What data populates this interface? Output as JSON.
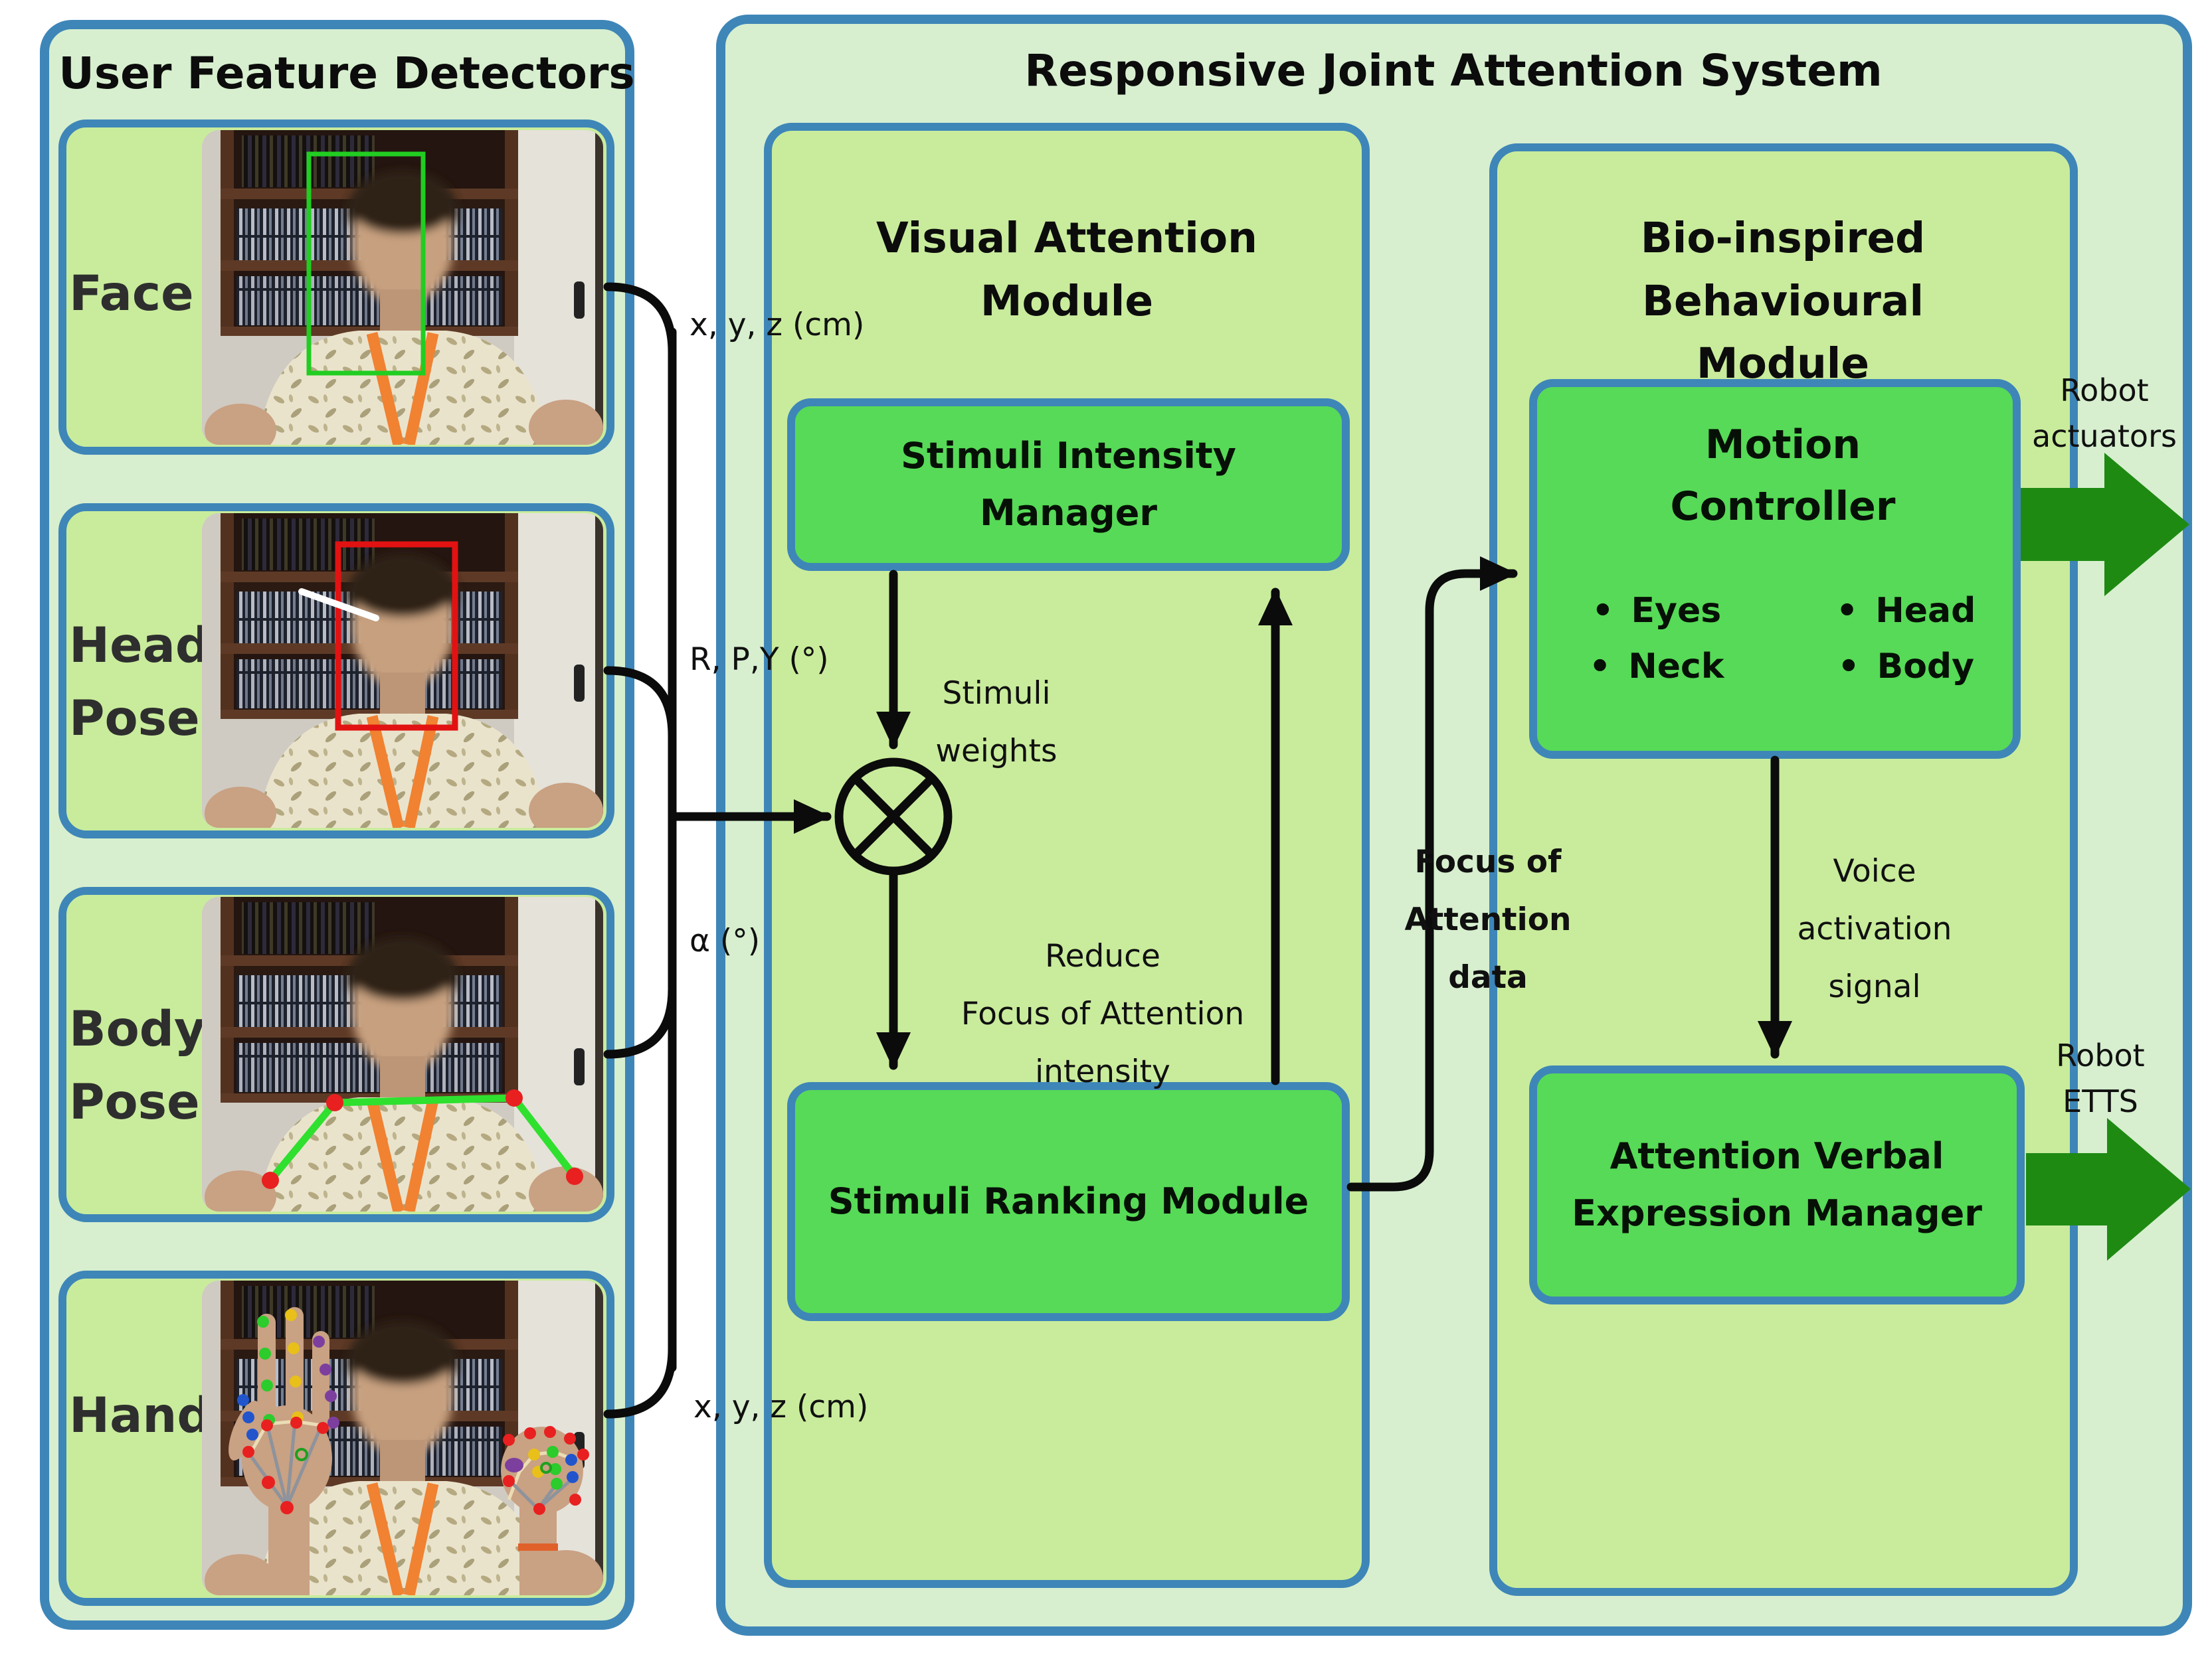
{
  "colors": {
    "panel_border": "#3E86B8",
    "panel_bg": "#D7EFCF",
    "module_bg": "#C9EC9C",
    "box_green": "#57DA57",
    "output_arrow_green": "#1E8A12",
    "wire_black": "#0B0B0B",
    "face_overlay_green": "#21CD21",
    "head_overlay_red": "#E21212"
  },
  "left_panel": {
    "title": "User Feature Detectors",
    "detectors": [
      {
        "label": "Face"
      },
      {
        "label": "Head Pose"
      },
      {
        "label": "Body Pose"
      },
      {
        "label": "Hand"
      }
    ]
  },
  "signals": {
    "face": "x, y, z (cm)",
    "head_pose": "R, P,Y (°)",
    "body_pose": "α (°)",
    "hand": "x, y, z (cm)"
  },
  "system": {
    "title": "Responsive Joint Attention System",
    "visual_module": {
      "title_lines": [
        "Visual Attention",
        "Module"
      ],
      "intensity_box_lines": [
        "Stimuli Intensity",
        "Manager"
      ],
      "ranking_box": "Stimuli Ranking Module",
      "stimuli_weights_lines": [
        "Stimuli",
        "weights"
      ],
      "reduce_lines": [
        "Reduce",
        "Focus of Attention",
        "intensity"
      ],
      "multiplier_symbol": "multiply-circle"
    },
    "behavioural_module": {
      "title_lines": [
        "Bio-inspired",
        "Behavioural Module"
      ],
      "motion_box_lines": [
        "Motion",
        "Controller"
      ],
      "motion_items": [
        "Eyes",
        "Neck",
        "Head",
        "Body"
      ],
      "verbal_box_lines": [
        "Attention Verbal",
        "Expression Manager"
      ],
      "voice_lines": [
        "Voice",
        "activation",
        "signal"
      ]
    },
    "focus_lines": [
      "Focus of",
      "Attention",
      "data"
    ]
  },
  "outputs": {
    "actuators_lines": [
      "Robot",
      "actuators"
    ],
    "etts_lines": [
      "Robot",
      "ETTS"
    ]
  }
}
